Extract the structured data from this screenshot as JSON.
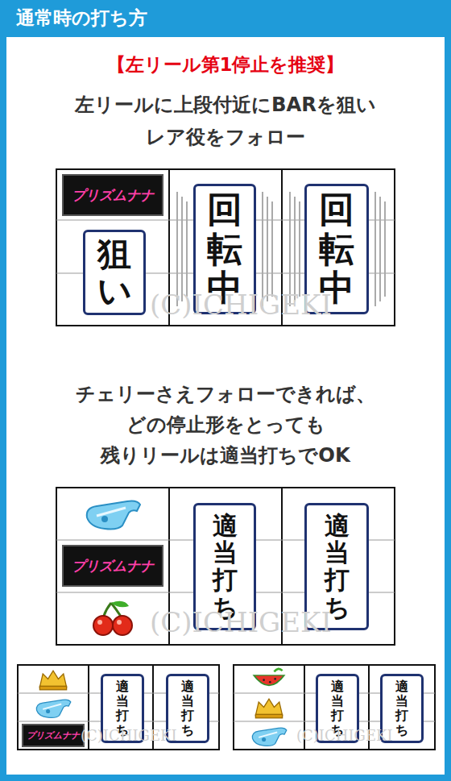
{
  "diagram": {
    "title": "通常時の打ち方",
    "nodes": [
      {
        "text": [
          "狙い"
        ]
      },
      {
        "text": [
          "回転中"
        ]
      },
      {
        "text": [
          "回転中"
        ]
      },
      {
        "text": [
          "適当打ち"
        ]
      },
      {
        "text": [
          "適当打ち"
        ]
      },
      {
        "text": [
          "適当打ち"
        ]
      },
      {
        "text": [
          "適当打ち"
        ]
      },
      {
        "text": [
          "適当打ち"
        ]
      },
      {
        "text": [
          "適当打ち"
        ]
      }
    ],
    "labels": [
      "【左リール第1停止を推奨】",
      "左リールに上段付近にBARを狙い レア役をフォロー",
      "プリズムナナ",
      "(C)ICHIGEKI",
      "チェリーさえフォローできれば、 どの停止形をとっても 残りリールは適当打ちでOK",
      "プリズムナナ",
      "(C)ICHIGEKI",
      "プリズムナナ",
      "(C)ICHIGEKI",
      "(C)ICHIGEKI"
    ]
  }
}
